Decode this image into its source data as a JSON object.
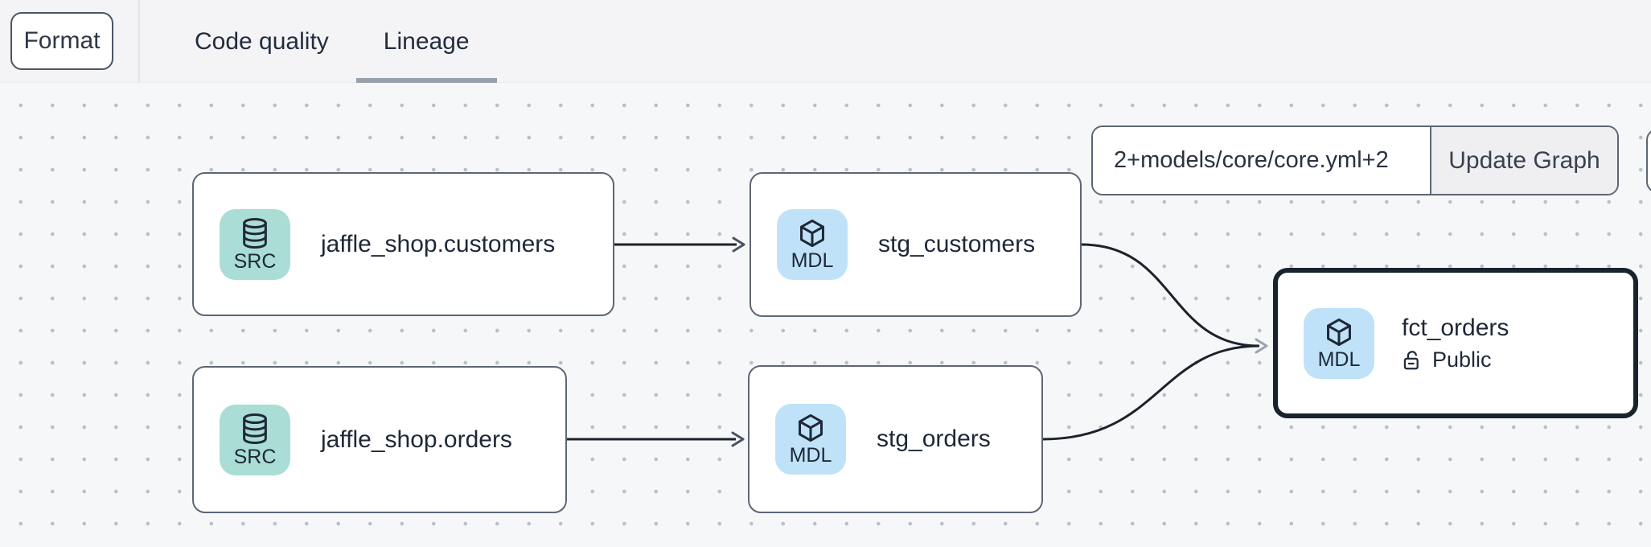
{
  "header": {
    "format_button_label": "Format",
    "tabs": [
      {
        "label": "Code quality",
        "active": false
      },
      {
        "label": "Lineage",
        "active": true
      }
    ]
  },
  "graph_controls": {
    "selector_input_value": "2+models/core/core.yml+2",
    "update_graph_label": "Update Graph"
  },
  "lineage": {
    "nodes": [
      {
        "id": "jaffle_shop.customers",
        "title": "jaffle_shop.customers",
        "badge_label": "SRC",
        "badge_icon": "database-icon",
        "type": "source",
        "selected": false
      },
      {
        "id": "stg_customers",
        "title": "stg_customers",
        "badge_label": "MDL",
        "badge_icon": "cube-icon",
        "type": "model",
        "selected": false
      },
      {
        "id": "jaffle_shop.orders",
        "title": "jaffle_shop.orders",
        "badge_label": "SRC",
        "badge_icon": "database-icon",
        "type": "source",
        "selected": false
      },
      {
        "id": "stg_orders",
        "title": "stg_orders",
        "badge_label": "MDL",
        "badge_icon": "cube-icon",
        "type": "model",
        "selected": false
      },
      {
        "id": "fct_orders",
        "title": "fct_orders",
        "badge_label": "MDL",
        "badge_icon": "cube-icon",
        "type": "model",
        "selected": true,
        "access_label": "Public",
        "access_icon": "lock-open-icon"
      }
    ],
    "edges": [
      {
        "from": "jaffle_shop.customers",
        "to": "stg_customers"
      },
      {
        "from": "jaffle_shop.orders",
        "to": "stg_orders"
      },
      {
        "from": "stg_customers",
        "to": "fct_orders"
      },
      {
        "from": "stg_orders",
        "to": "fct_orders"
      }
    ]
  },
  "colors": {
    "source_badge_bg": "#aaddd5",
    "model_badge_bg": "#bfe2f8",
    "node_border": "#5d6676",
    "selected_node_border": "#19222e",
    "active_tab_underline": "#98a0ac",
    "edge_stroke": "#1c222c"
  }
}
